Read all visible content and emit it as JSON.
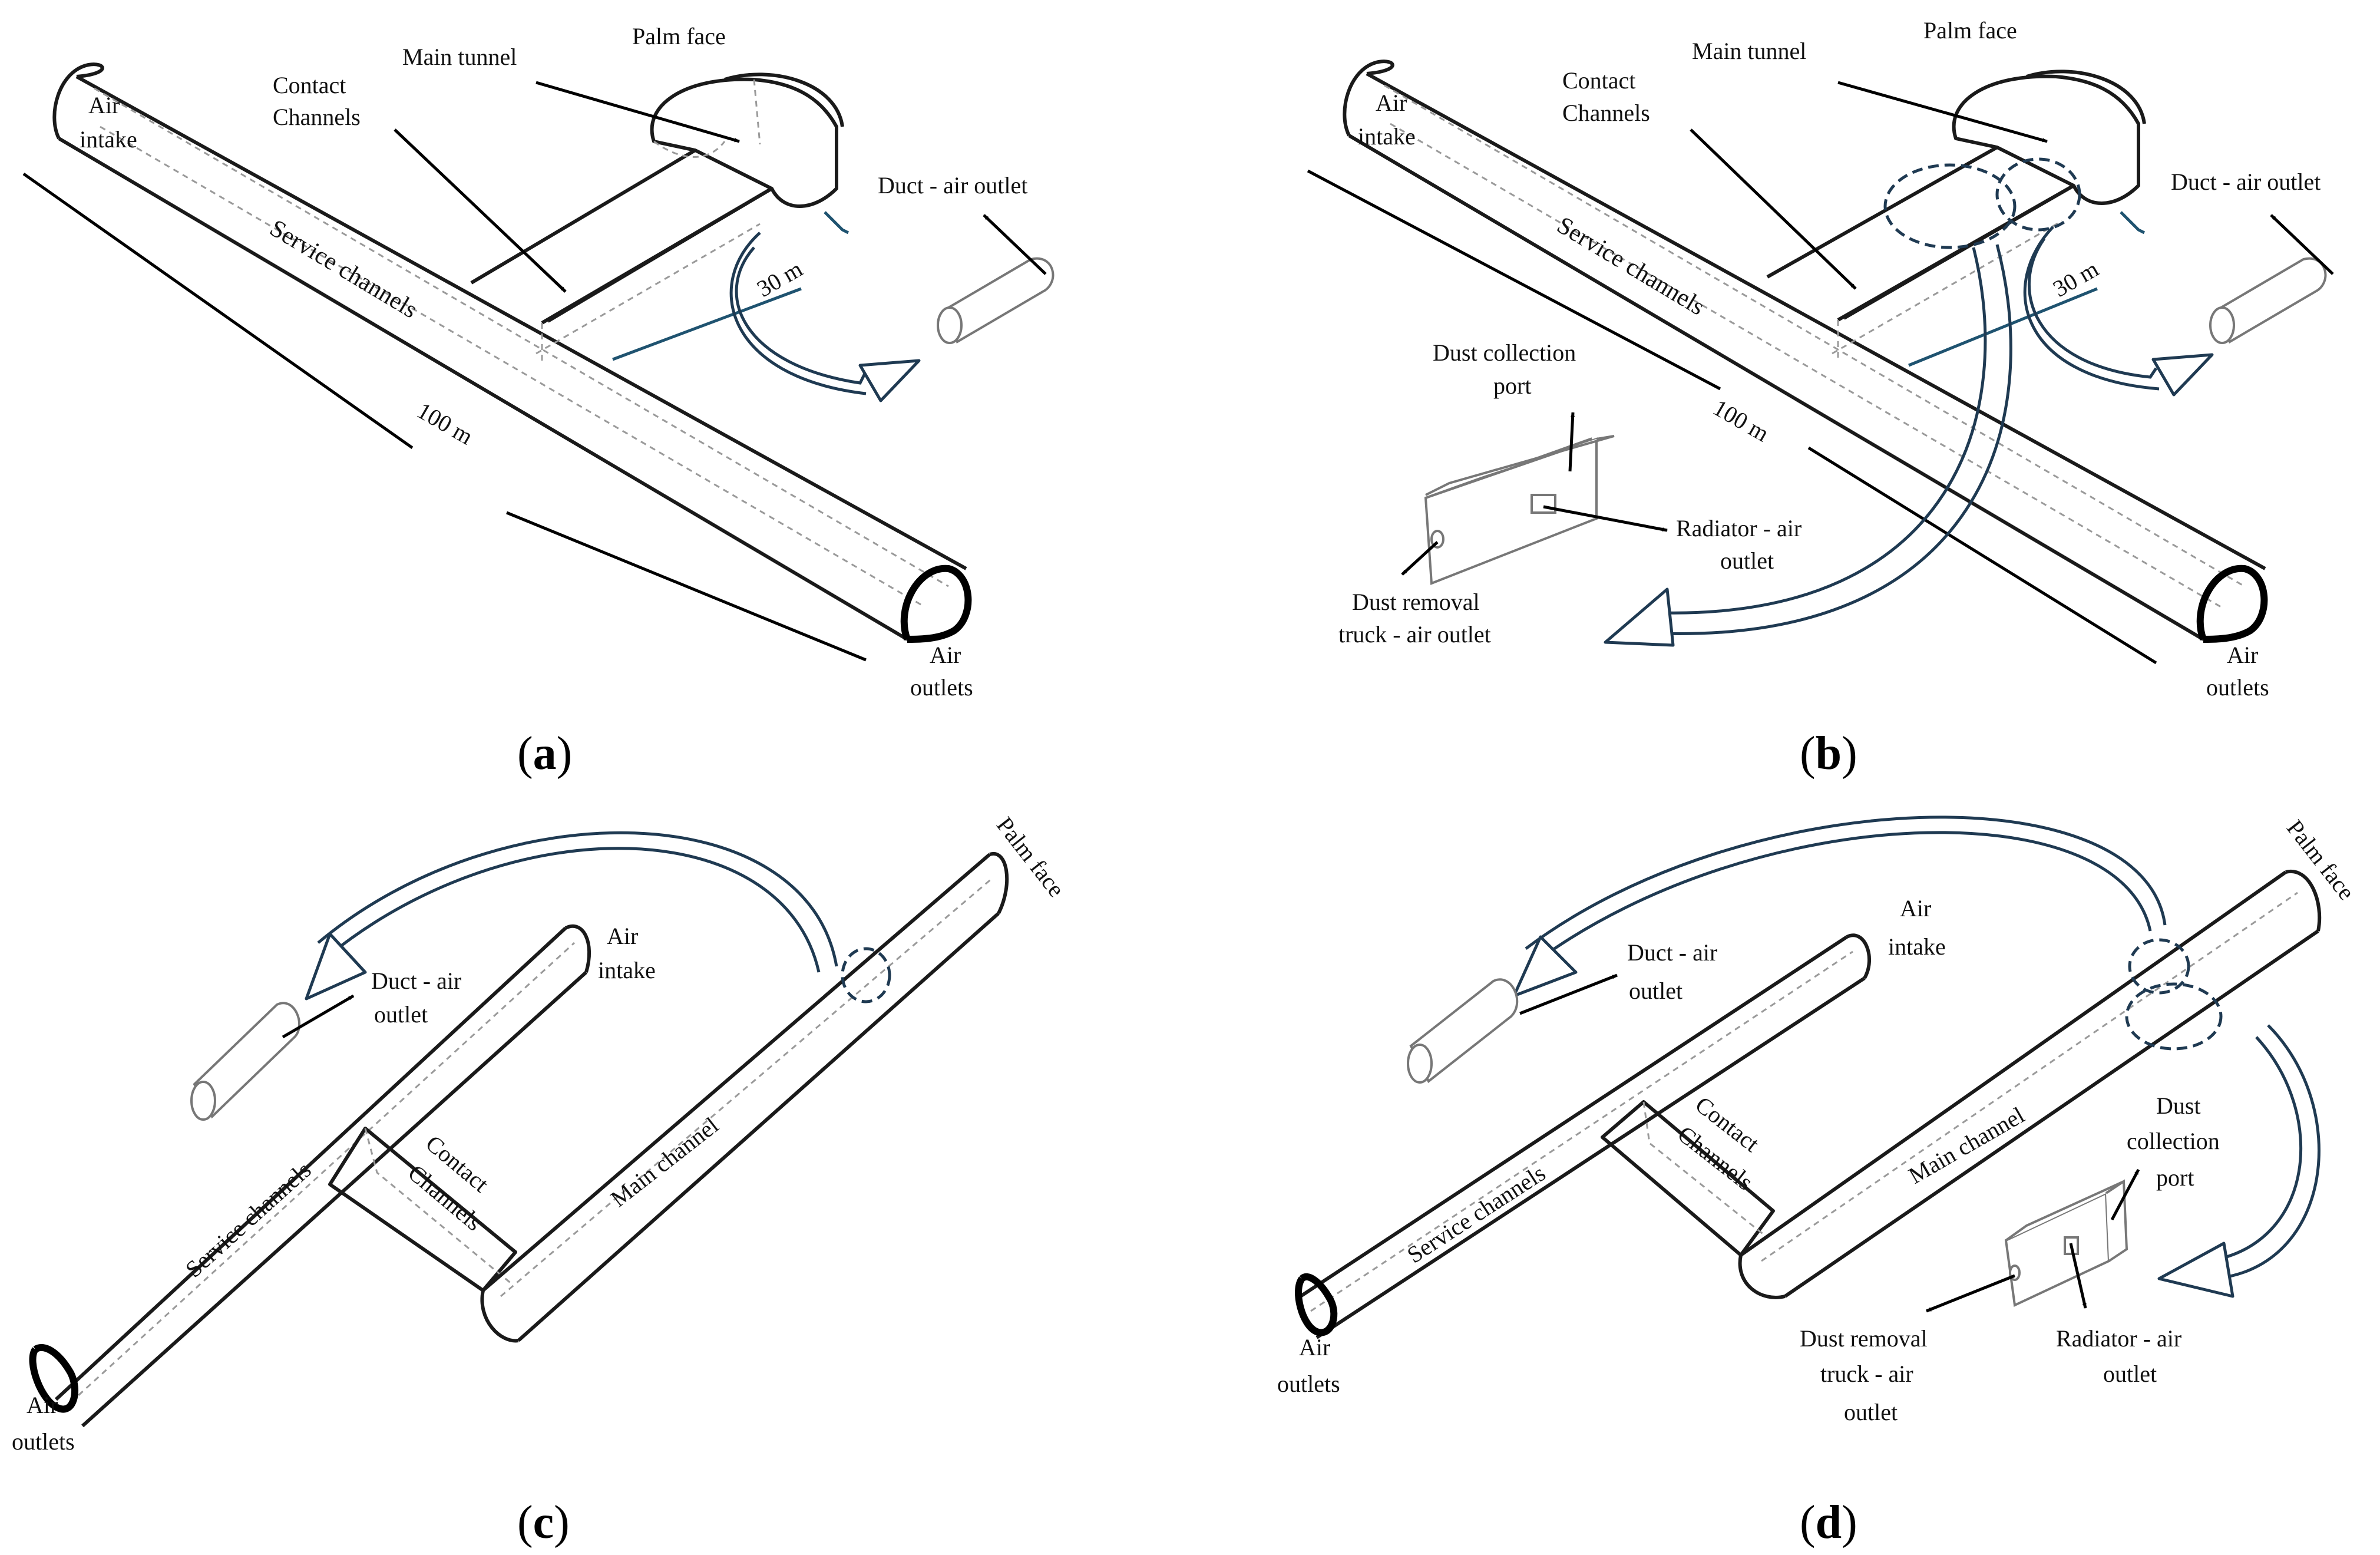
{
  "panels": {
    "a": {
      "caption": "a",
      "air_intake": [
        "Air",
        "intake"
      ],
      "contact_channels": [
        "Contact",
        "Channels"
      ],
      "main_tunnel": "Main tunnel",
      "palm_face": "Palm face",
      "duct_air_outlet": "Duct - air outlet",
      "service_channels": "Service channels",
      "dim_30": "30 m",
      "dim_100": "100 m",
      "air_outlets": [
        "Air",
        "outlets"
      ]
    },
    "b": {
      "caption": "b",
      "air_intake": [
        "Air",
        "intake"
      ],
      "contact_channels": [
        "Contact",
        "Channels"
      ],
      "main_tunnel": "Main tunnel",
      "palm_face": "Palm face",
      "duct_air_outlet": "Duct - air outlet",
      "service_channels": "Service channels",
      "dim_30": "30 m",
      "dim_100": "100 m",
      "dust_collection_port": [
        "Dust collection",
        "port"
      ],
      "radiator_air_outlet": [
        "Radiator - air",
        "outlet"
      ],
      "dust_removal_truck": [
        "Dust removal",
        "truck - air outlet"
      ],
      "air_outlets": [
        "Air",
        "outlets"
      ]
    },
    "c": {
      "caption": "c",
      "palm_face": "Palm face",
      "duct_air_outlet": [
        "Duct - air",
        "outlet"
      ],
      "air_intake": [
        "Air",
        "intake"
      ],
      "contact_channels": [
        "Contact",
        "Channels"
      ],
      "main_channel": "Main channel",
      "service_channels": "Service channels",
      "air_outlets": [
        "Air",
        "outlets"
      ]
    },
    "d": {
      "caption": "d",
      "palm_face": "Palm face",
      "duct_air_outlet": [
        "Duct - air",
        "outlet"
      ],
      "air_intake": [
        "Air",
        "intake"
      ],
      "contact_channels": [
        "Contact",
        "Channels"
      ],
      "main_channel": "Main channel",
      "service_channels": "Service channels",
      "dust_collection_port": [
        "Dust",
        "collection",
        "port"
      ],
      "dust_removal_truck": [
        "Dust removal",
        "truck - air",
        "outlet"
      ],
      "radiator_air_outlet": [
        "Radiator - air",
        "outlet"
      ],
      "air_outlets": [
        "Air",
        "outlets"
      ]
    }
  }
}
